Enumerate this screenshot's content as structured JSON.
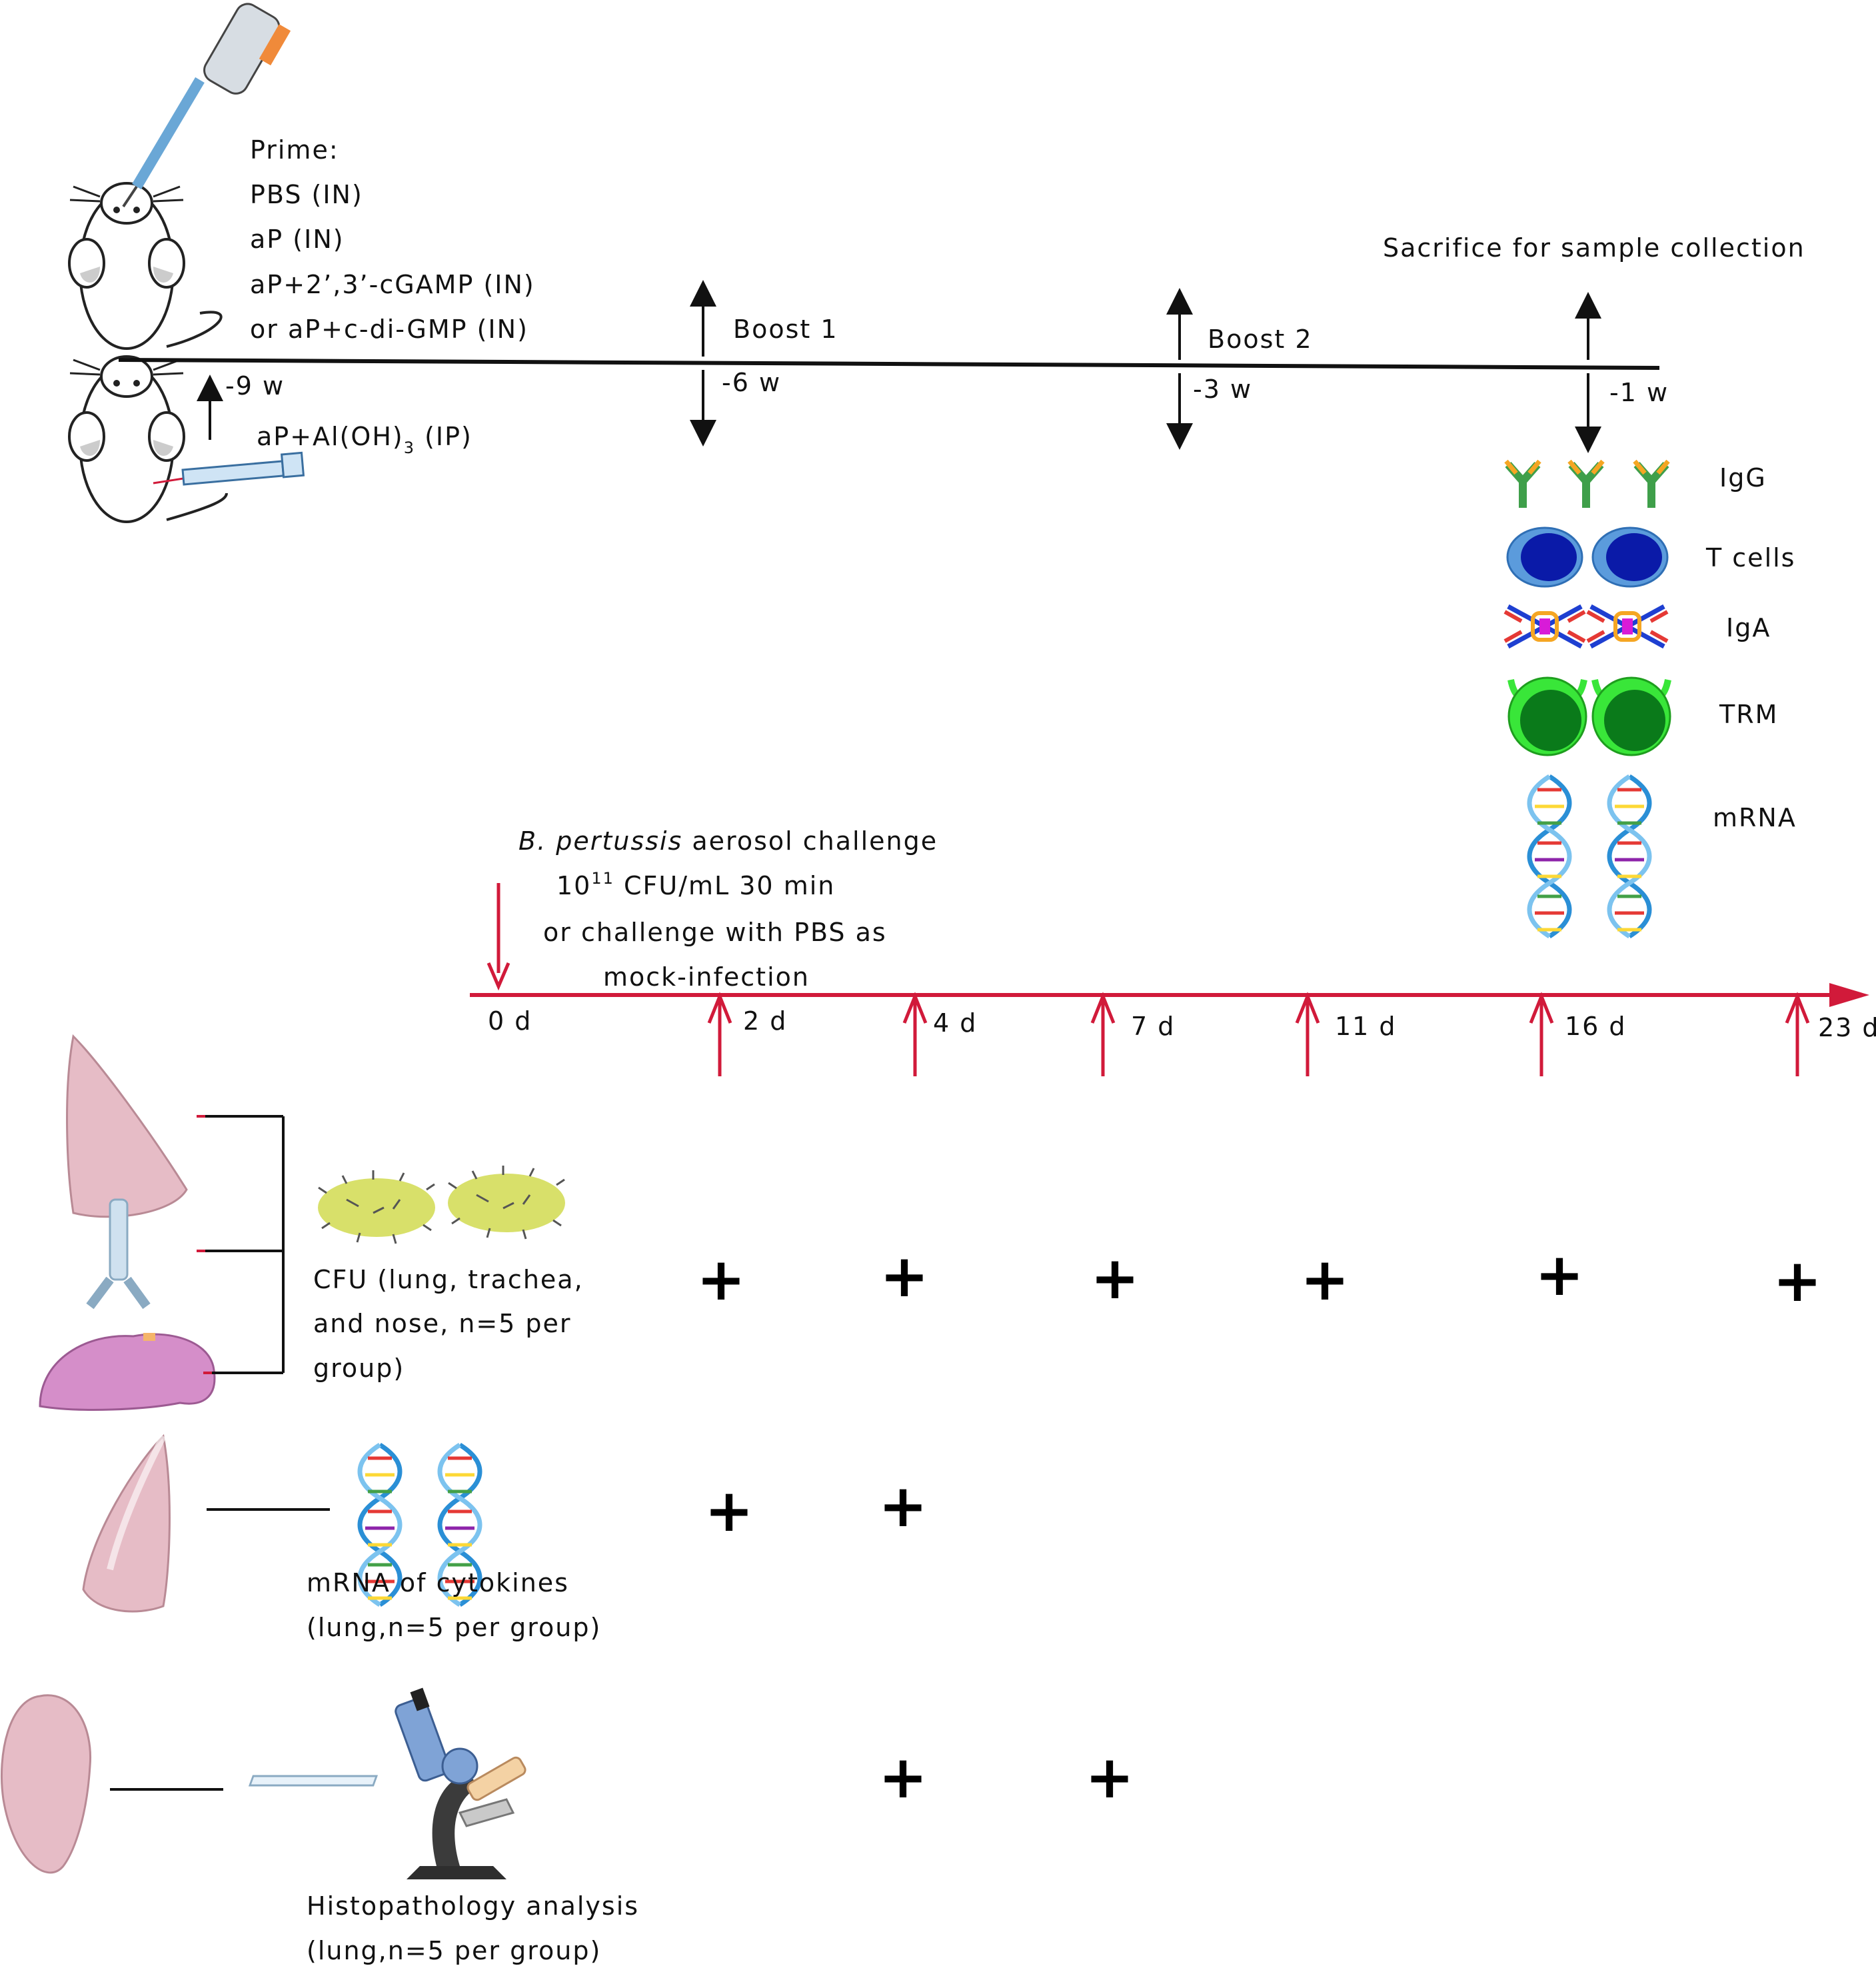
{
  "prime": {
    "title": "Prime:",
    "groups": [
      "PBS (IN)",
      "aP (IN)",
      "aP+2’,3’-cGAMP (IN)",
      "or aP+c-di-GMP (IN)"
    ],
    "ip_group": "aP+Al(OH)",
    "ip_sub": "3",
    "ip_suffix": " (IP)"
  },
  "timeline_weeks": {
    "ticks": [
      "-9 w",
      "-6 w",
      "-3 w",
      "-1 w"
    ],
    "boost1": "Boost 1",
    "boost2": "Boost 2",
    "sacrifice": "Sacrifice for sample collection"
  },
  "readouts": [
    "IgG",
    "T cells",
    "IgA",
    "TRM",
    "mRNA"
  ],
  "challenge": {
    "organism": "B. pertussis",
    "line1_rest": " aerosol challenge",
    "dose_base": "10",
    "dose_exp": "11",
    "dose_rest": " CFU/mL   30 min",
    "line3": "or challenge with PBS as",
    "line4": "mock-infection"
  },
  "timeline_days": [
    "0 d",
    "2 d",
    "4 d",
    "7 d",
    "11 d",
    "16 d",
    "23 d"
  ],
  "assays": {
    "cfu": [
      "CFU (lung, trachea,",
      "and nose, n=5 per",
      "group)"
    ],
    "mrna": [
      "mRNA of cytokines",
      "(lung,n=5 per group)"
    ],
    "histo": [
      "Histopathology analysis",
      "(lung,n=5 per group)"
    ]
  },
  "plus_symbol": "+",
  "colors": {
    "red_timeline": "#d11a3a",
    "black": "#111111",
    "lung_pink": "#e6bcc6",
    "nose_purple": "#d58ec9",
    "igg_green": "#4caf50",
    "tcell_outer": "#5b9bdc",
    "tcell_inner": "#0a1aa8",
    "trm_outer": "#39e639",
    "trm_inner": "#0a7a1a",
    "bacteria": "#d8e06a"
  }
}
